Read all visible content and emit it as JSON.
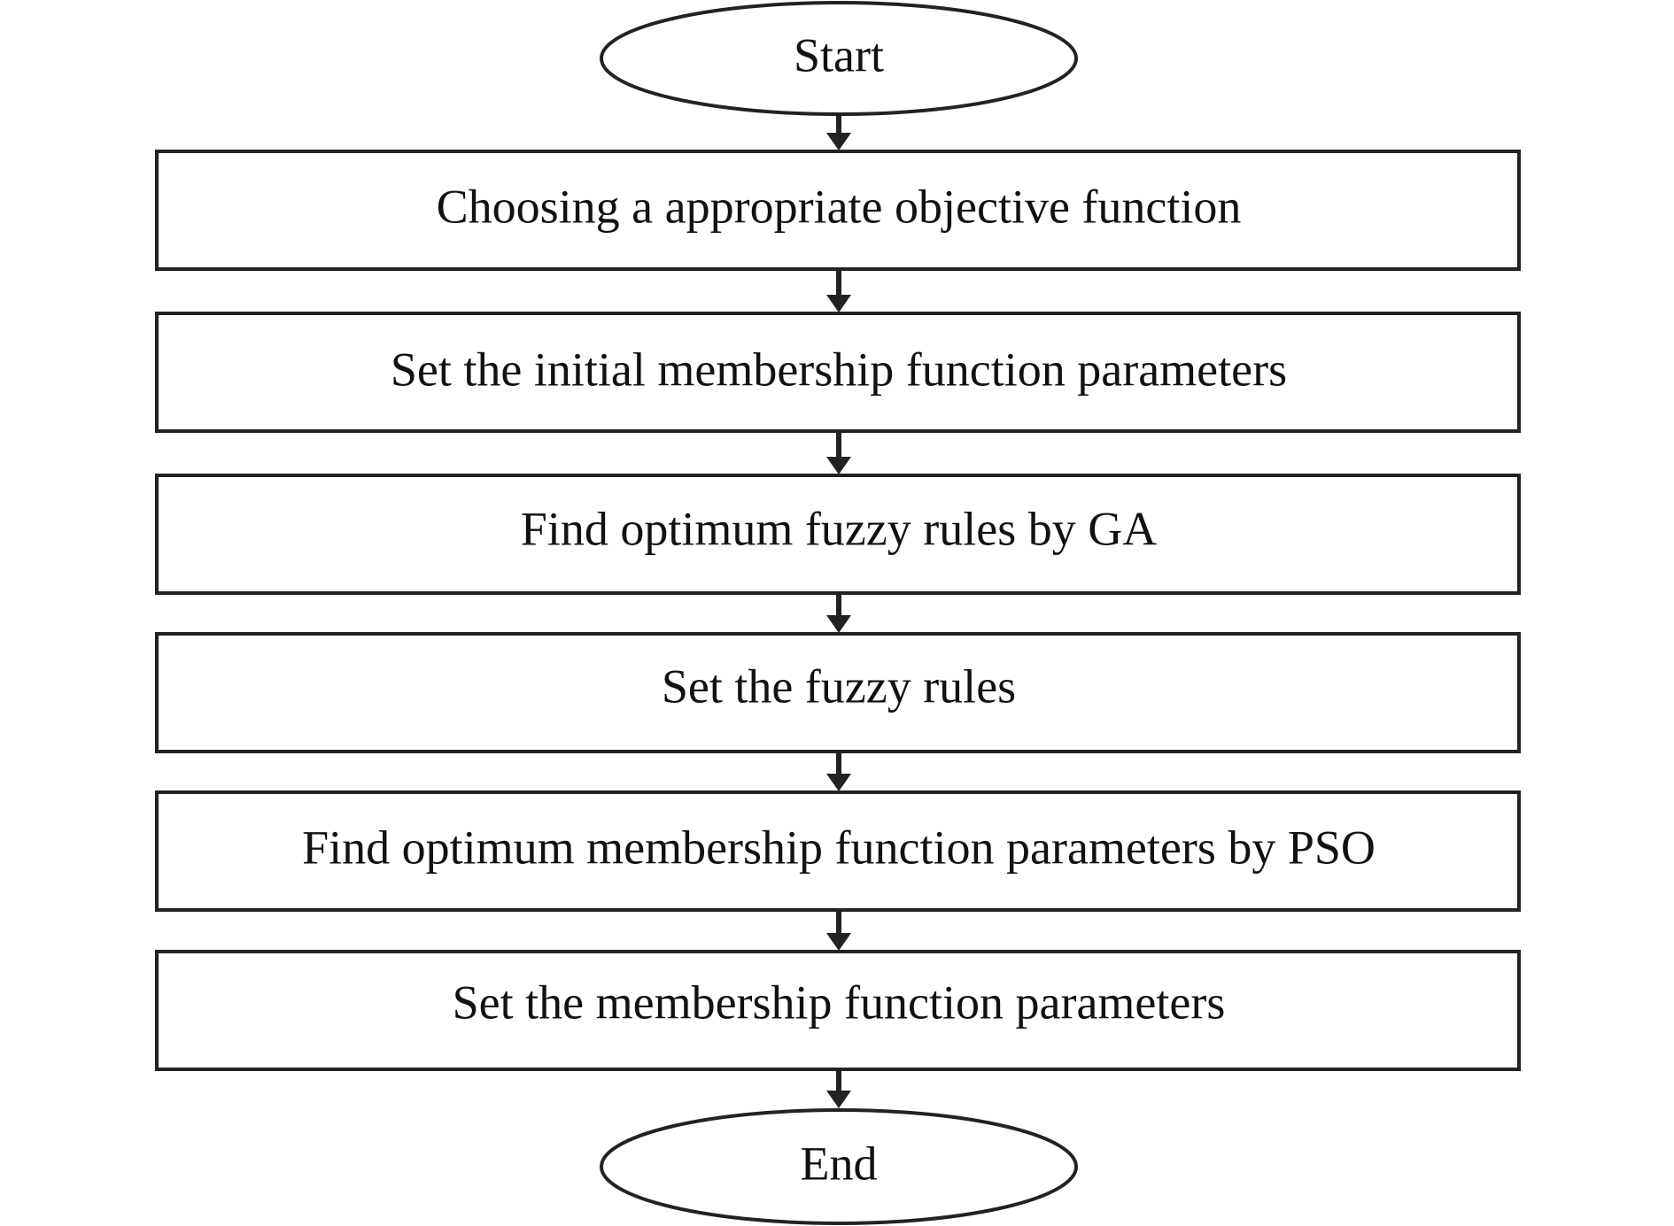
{
  "diagram": {
    "start": {
      "label": "Start"
    },
    "steps": [
      {
        "label": "Choosing a appropriate objective function"
      },
      {
        "label": "Set the initial membership function parameters"
      },
      {
        "label": "Find optimum fuzzy rules by GA"
      },
      {
        "label": "Set the fuzzy rules"
      },
      {
        "label": "Find optimum membership function parameters by PSO"
      },
      {
        "label": "Set the membership function parameters"
      }
    ],
    "end": {
      "label": "End"
    }
  }
}
